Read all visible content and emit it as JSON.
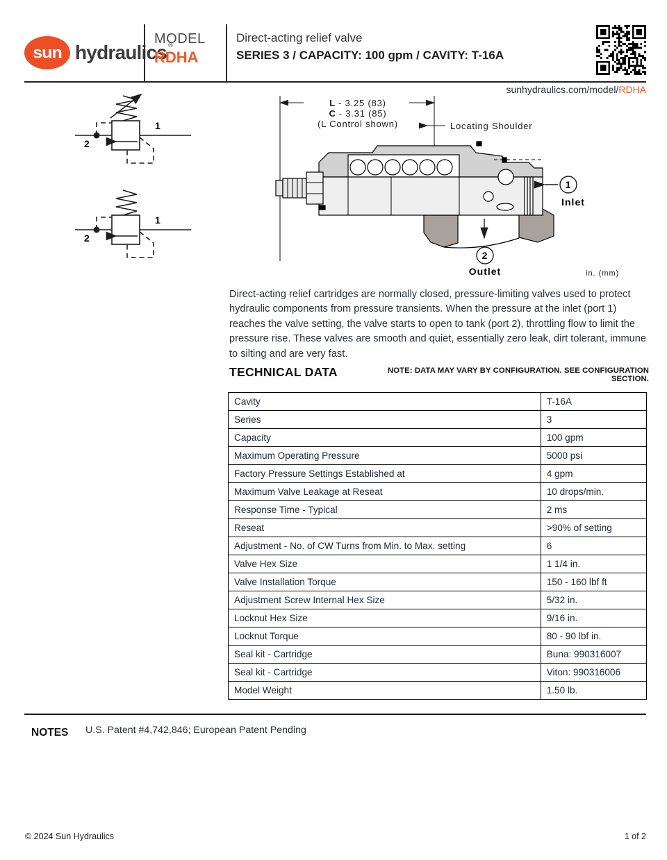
{
  "header": {
    "logo_sun": "sun",
    "logo_hydraulics": "hydraulics",
    "logo_registered": "®",
    "model_label": "MODEL",
    "model_value": "RDHA",
    "title": "Direct-acting relief valve",
    "subtitle": "SERIES 3 / CAPACITY: 100 gpm / CAVITY: T-16A"
  },
  "link": {
    "prefix": "sunhydraulics.com/model/",
    "model": "RDHA"
  },
  "schematic": {
    "port1": "1",
    "port2": "2"
  },
  "drawing": {
    "dim1_letter": "L",
    "dim1_value": "- 3.25 (83)",
    "dim2_letter": "C",
    "dim2_value": "- 3.31 (85)",
    "dim_note": "(L Control shown)",
    "locating_shoulder": "Locating Shoulder",
    "port1": "1",
    "port1_label": "Inlet",
    "port2": "2",
    "port2_label": "Outlet",
    "units": "in. (mm)"
  },
  "description": "Direct-acting relief cartridges are normally closed, pressure-limiting valves used to protect hydraulic components from pressure transients. When the pressure at the inlet (port 1) reaches the valve setting, the valve starts to open to tank (port 2), throttling flow to limit the pressure rise. These valves are smooth and quiet, essentially zero leak, dirt tolerant, immune to silting and are very fast.",
  "technical_data": {
    "heading": "TECHNICAL DATA",
    "note": "NOTE: DATA MAY VARY BY CONFIGURATION. SEE CONFIGURATION SECTION.",
    "rows": [
      {
        "label": "Cavity",
        "value": "T-16A"
      },
      {
        "label": "Series",
        "value": "3"
      },
      {
        "label": "Capacity",
        "value": "100 gpm"
      },
      {
        "label": "Maximum Operating Pressure",
        "value": "5000 psi"
      },
      {
        "label": "Factory Pressure Settings Established at",
        "value": "4 gpm"
      },
      {
        "label": "Maximum Valve Leakage at Reseat",
        "value": "10 drops/min."
      },
      {
        "label": "Response Time - Typical",
        "value": "2 ms"
      },
      {
        "label": "Reseat",
        "value": ">90% of setting"
      },
      {
        "label": "Adjustment - No. of CW Turns from Min. to Max. setting",
        "value": "6"
      },
      {
        "label": "Valve Hex Size",
        "value": "1 1/4 in."
      },
      {
        "label": "Valve Installation Torque",
        "value": "150 - 160 lbf ft"
      },
      {
        "label": "Adjustment Screw Internal Hex Size",
        "value": "5/32 in."
      },
      {
        "label": "Locknut Hex Size",
        "value": "9/16 in."
      },
      {
        "label": "Locknut Torque",
        "value": "80 - 90 lbf in."
      },
      {
        "label": "Seal kit - Cartridge",
        "value": "Buna: 990316007"
      },
      {
        "label": "Seal kit - Cartridge",
        "value": "Viton: 990316006"
      },
      {
        "label": "Model Weight",
        "value": "1.50 lb."
      }
    ]
  },
  "notes": {
    "heading": "NOTES",
    "text": "U.S. Patent #4,742,846; European Patent Pending"
  },
  "footer": {
    "copyright": "© 2024 Sun Hydraulics",
    "page": "1 of 2"
  },
  "colors": {
    "accent": "#f15a24",
    "logo": "#ee4e23",
    "text": "#2b2f36"
  }
}
